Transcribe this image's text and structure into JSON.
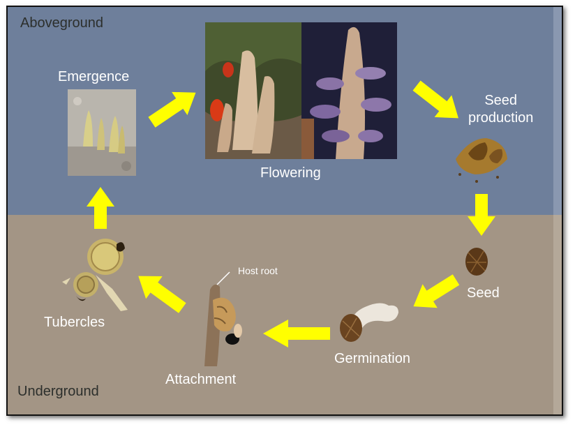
{
  "zones": {
    "above_label": "Aboveground",
    "below_label": "Underground"
  },
  "stages": {
    "emergence": "Emergence",
    "flowering": "Flowering",
    "seed_production_line1": "Seed",
    "seed_production_line2": "production",
    "seed": "Seed",
    "germination": "Germination",
    "attachment": "Attachment",
    "tubercles": "Tubercles",
    "host_root": "Host root"
  },
  "colors": {
    "above_bg": "#6e7f9b",
    "below_bg": "#a39585",
    "arrow": "#ffff00"
  }
}
